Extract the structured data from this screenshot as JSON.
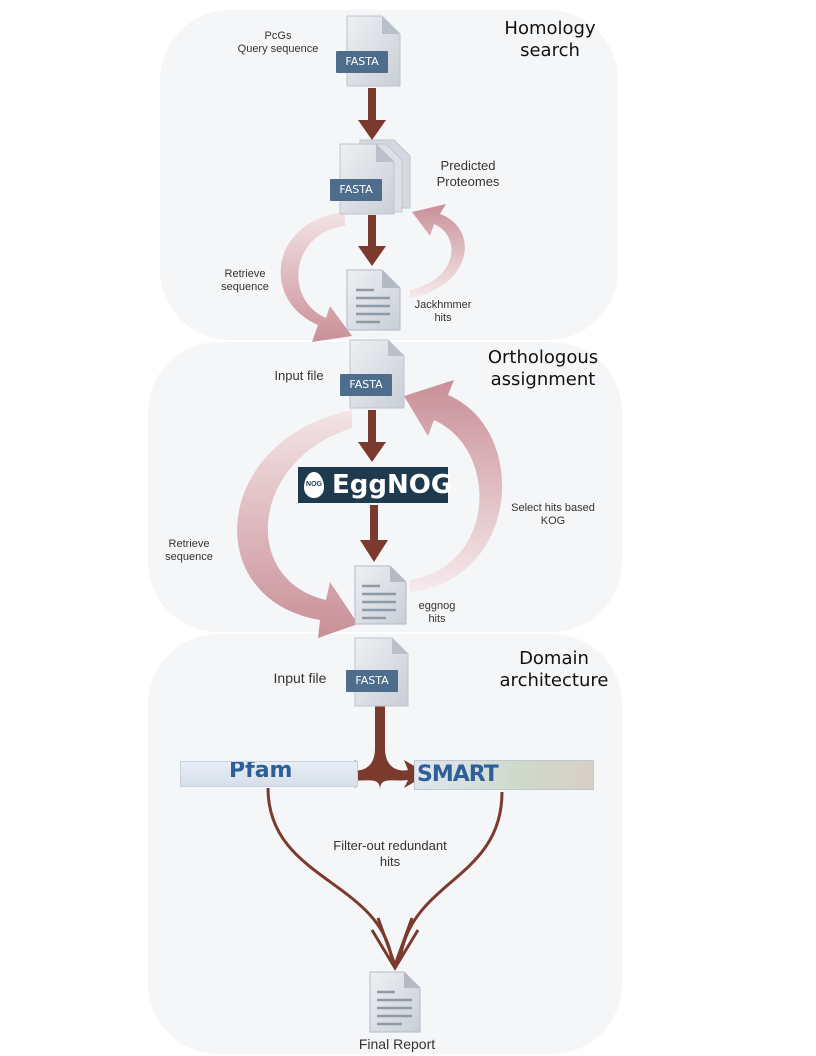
{
  "sections": {
    "homology": [
      "Homology",
      "search"
    ],
    "orthologous": [
      "Orthologous",
      "assignment"
    ],
    "domain": [
      "Domain",
      "architecture"
    ]
  },
  "labels": {
    "query": [
      "PcGs",
      "Query sequence"
    ],
    "proteomes": [
      "Predicted",
      "Proteomes"
    ],
    "retrieve1": [
      "Retrieve",
      "sequence"
    ],
    "jackhmmer": [
      "Jackhmmer",
      "hits"
    ],
    "input1": "Input file",
    "select_hits": [
      "Select hits based",
      "KOG"
    ],
    "retrieve2": [
      "Retrieve",
      "sequence"
    ],
    "eggnog_hits": [
      "eggnog",
      "hits"
    ],
    "input2": "Input file",
    "filter": [
      "Filter-out redundant",
      "hits"
    ],
    "final_report": "Final Report"
  },
  "file_tag": "FASTA",
  "logos": {
    "eggnog": {
      "word": "EggNOG",
      "mark": "NOG"
    },
    "pfam": "Pfam",
    "smart": "SMART"
  },
  "colors": {
    "panel": "#f4f6f8",
    "step_arrow": "#7b3a2e",
    "loop_arrow": "#d8aab0",
    "file_tag": "#4e6d8c",
    "file_body": "#d9dde3"
  }
}
